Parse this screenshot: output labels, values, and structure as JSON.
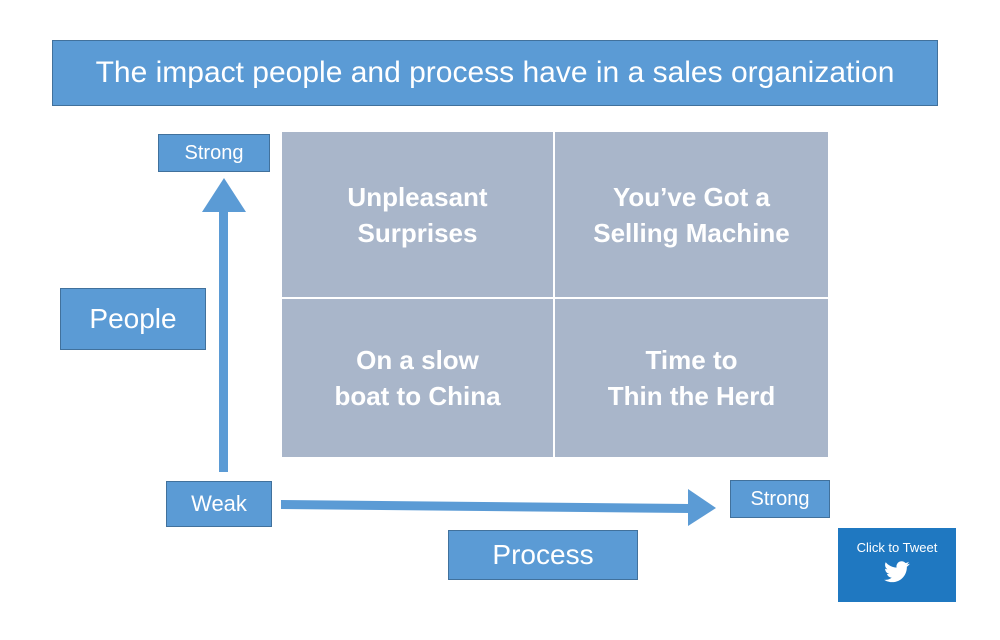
{
  "title": "The impact people and process have in a sales organization",
  "y_axis": {
    "label": "People",
    "high": "Strong"
  },
  "x_axis": {
    "label": "Process",
    "low": "Weak",
    "high": "Strong"
  },
  "quadrants": {
    "top_left": "Unpleasant\nSurprises",
    "top_right": "You’ve Got a\nSelling Machine",
    "bottom_left": "On a slow\nboat to China",
    "bottom_right": "Time to\nThin the Herd"
  },
  "tweet_button": {
    "label": "Click to Tweet",
    "icon": "twitter-bird-icon"
  },
  "colors": {
    "label_box": "#5b9bd5",
    "label_border": "#41719c",
    "quadrant": "#a9b6ca",
    "arrow": "#5b9bd5",
    "tweet": "#1f78c1"
  }
}
